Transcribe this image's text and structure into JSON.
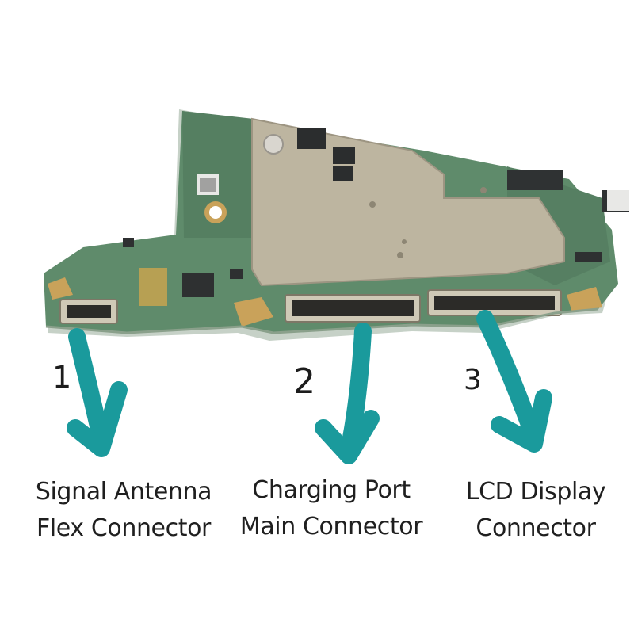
{
  "callouts": [
    {
      "number": "1",
      "label_line1": "Signal Antenna",
      "label_line2": "Flex Connector"
    },
    {
      "number": "2",
      "label_line1": "Charging Port",
      "label_line2": "Main Connector"
    },
    {
      "number": "3",
      "label_line1": "LCD Display",
      "label_line2": "Connector"
    }
  ],
  "colors": {
    "arrow": "#1a9a9c",
    "pcb_green": "#5e8a6a",
    "shield_metal": "#b8b09c",
    "gold_pad": "#c9a25a"
  },
  "icons": [
    "down-arrow-icon"
  ]
}
